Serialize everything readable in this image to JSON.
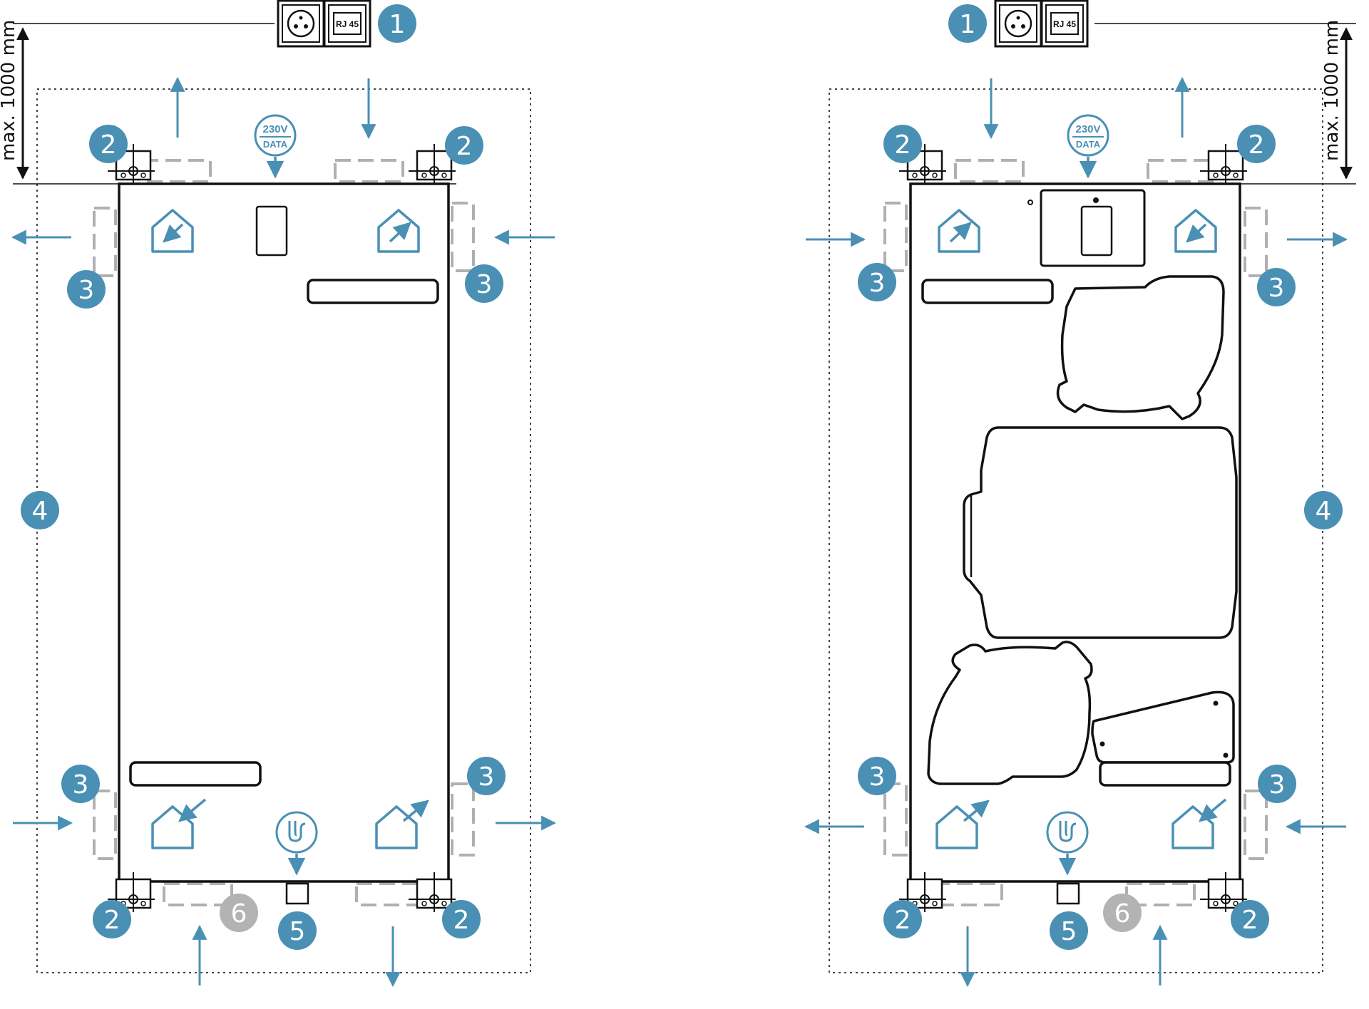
{
  "colors": {
    "accent": "#4a90b4",
    "marker_gray": "#b3b3b3",
    "line": "#111111",
    "dashed": "#b0b0b0"
  },
  "dimension_label": "max. 1000 mm",
  "socket_label": "RJ 45",
  "power_label_top": "230V",
  "power_label_bottom": "DATA",
  "markers": {
    "m1": "1",
    "m2": "2",
    "m3": "3",
    "m4": "4",
    "m5": "5",
    "m6": "6"
  },
  "icons": {
    "power_socket": "power-socket-icon",
    "network_socket": "rj45-socket-icon",
    "power_data": "power-data-icon",
    "house_supply": "house-supply-air-icon",
    "house_extract": "house-extract-air-icon",
    "condensate": "condensate-drain-icon",
    "airflow_arrow": "airflow-arrow-icon"
  }
}
